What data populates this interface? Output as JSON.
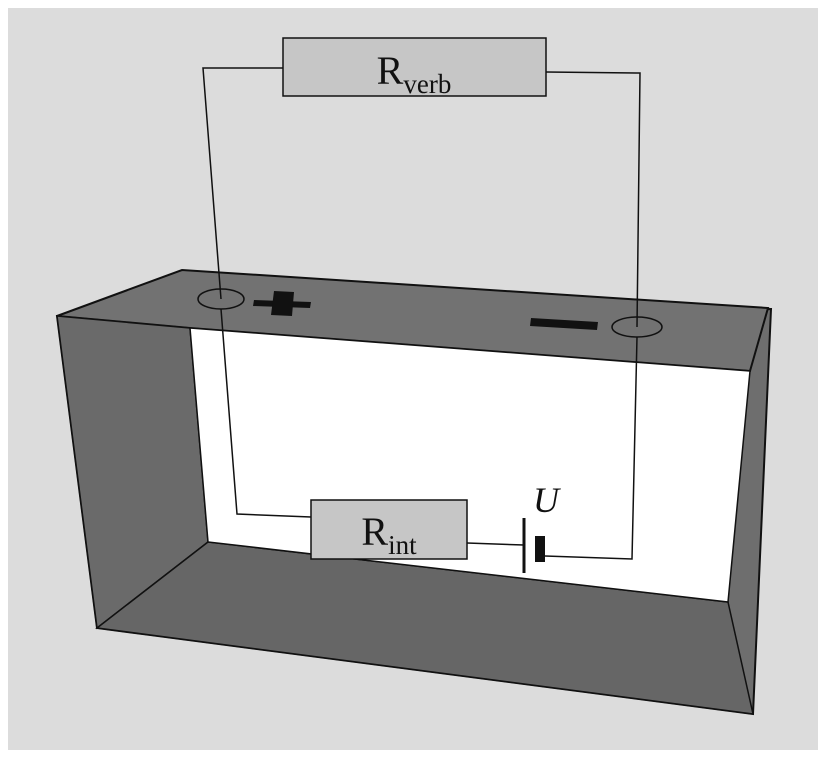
{
  "diagram": {
    "external_resistor": {
      "symbol": "R",
      "subscript": "verb"
    },
    "internal_resistor": {
      "symbol": "R",
      "subscript": "int"
    },
    "voltage_source": {
      "label": "U"
    },
    "colors": {
      "background": "#dcdcdc",
      "box_outer": "#6e6e6e",
      "box_inner": "#ffffff",
      "resistor_fill": "#c6c6c6",
      "wire": "#111111"
    }
  }
}
